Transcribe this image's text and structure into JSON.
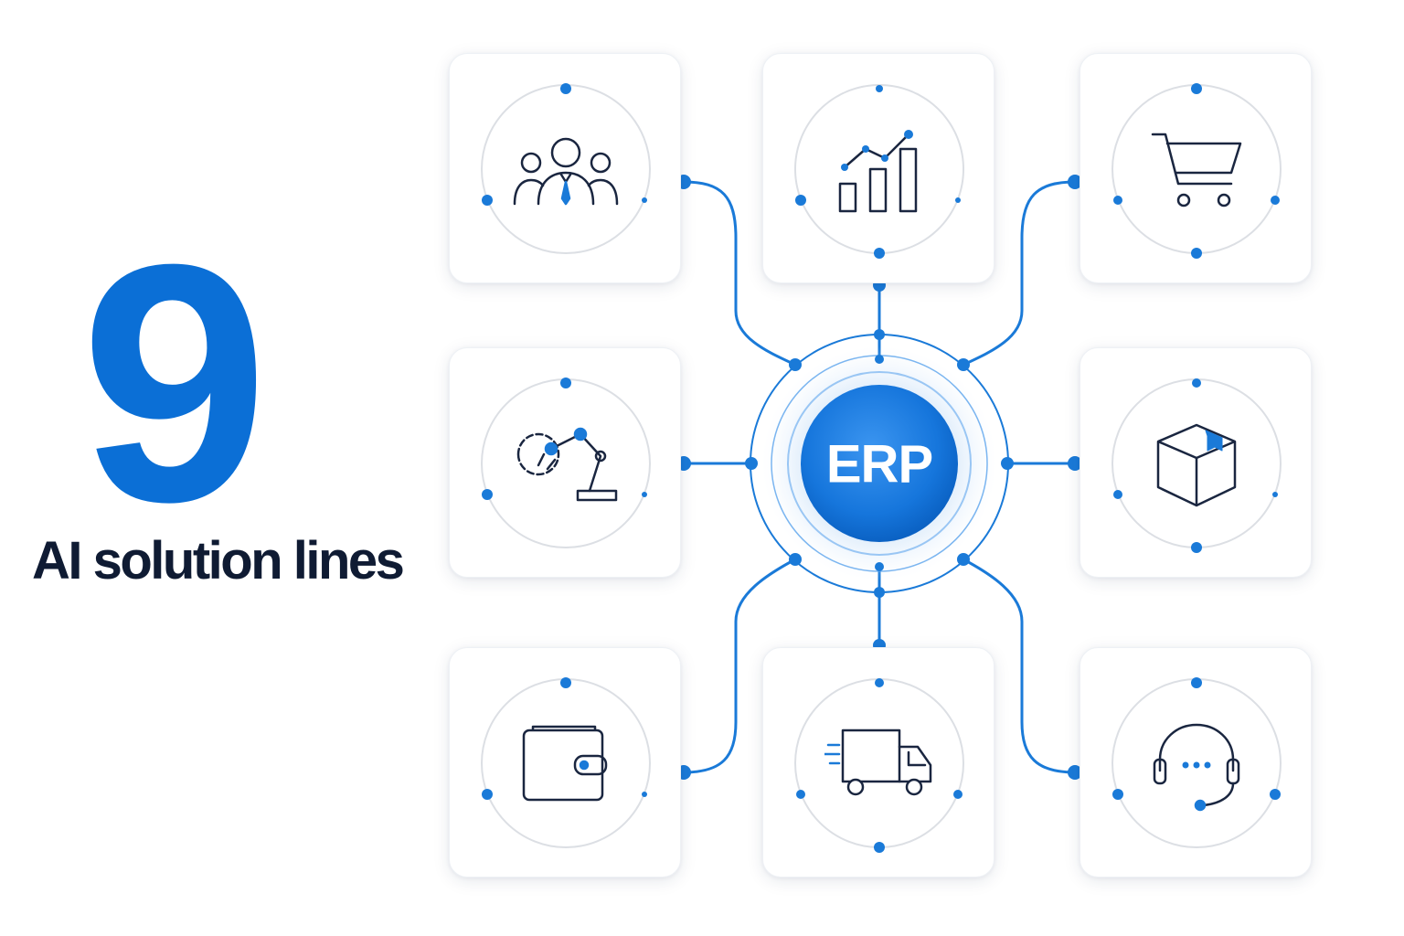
{
  "headline": {
    "number": "9",
    "label": "AI solution lines"
  },
  "hub": {
    "label": "ERP"
  },
  "colors": {
    "accent": "#0b6fd6",
    "dark": "#0f1b33",
    "ring": "#dcdfe4",
    "wire": "#1a7ad8"
  },
  "modules": [
    {
      "id": "team",
      "icon": "team-icon"
    },
    {
      "id": "analytics",
      "icon": "bar-chart-icon"
    },
    {
      "id": "commerce",
      "icon": "shopping-cart-icon"
    },
    {
      "id": "manufacturing",
      "icon": "robot-arm-icon"
    },
    {
      "id": "inventory",
      "icon": "package-icon"
    },
    {
      "id": "finance",
      "icon": "wallet-icon"
    },
    {
      "id": "logistics",
      "icon": "delivery-truck-icon"
    },
    {
      "id": "support",
      "icon": "headset-icon"
    }
  ]
}
